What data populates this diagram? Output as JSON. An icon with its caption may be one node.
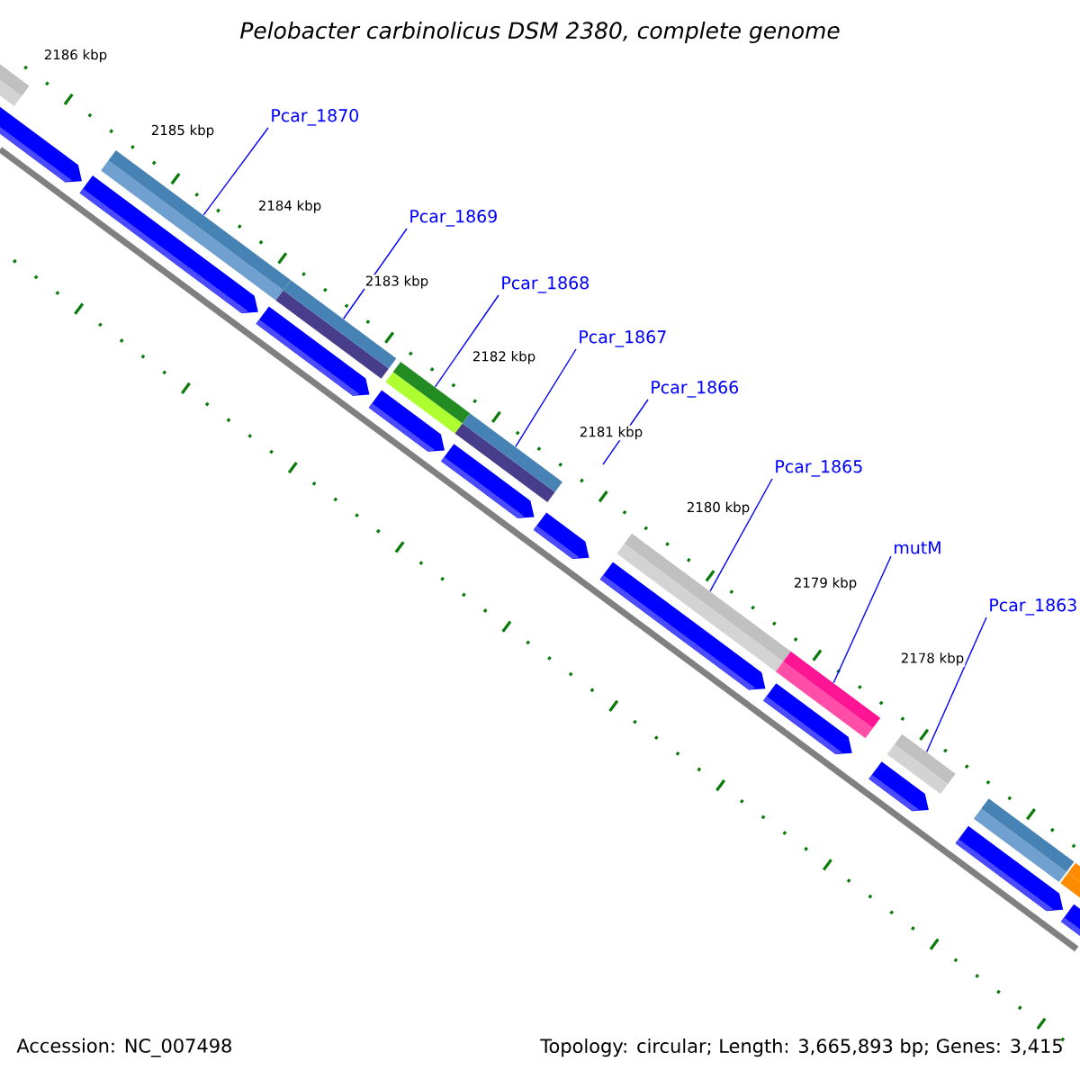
{
  "diagram": {
    "title": "*Pelobacter carbinolicus DSM 2380, complete genome*",
    "nodes": [
      {
        "text": [
          "Pcar_1870"
        ]
      },
      {
        "text": [
          "Pcar_1869"
        ]
      },
      {
        "text": [
          "Pcar_1868"
        ]
      },
      {
        "text": [
          "Pcar_1867"
        ]
      },
      {
        "text": [
          "Pcar_1866"
        ]
      },
      {
        "text": [
          "Pcar_1865"
        ]
      },
      {
        "text": [
          "mutM"
        ]
      },
      {
        "text": [
          "Pcar_1863"
        ]
      },
      {
        "text": [],
        "shape": "bar"
      },
      {
        "text": [],
        "shape": "bar"
      },
      {
        "text": [],
        "shape": "bar"
      },
      {
        "text": [],
        "shape": "bar"
      },
      {
        "text": [],
        "shape": "bar"
      },
      {
        "text": [],
        "shape": "bar"
      },
      {
        "text": [],
        "shape": "bar"
      }
    ],
    "edges": [
      {
        "from": 0,
        "to": 8,
        "arrow": "none"
      },
      {
        "from": 1,
        "to": 9,
        "arrow": "none"
      },
      {
        "from": 2,
        "to": 10,
        "arrow": "none"
      },
      {
        "from": 3,
        "to": 11,
        "arrow": "none"
      },
      {
        "from": 4,
        "to": null,
        "arrow": "none"
      },
      {
        "from": 5,
        "to": 12,
        "arrow": "none"
      },
      {
        "from": 6,
        "to": 13,
        "arrow": "none"
      },
      {
        "from": 7,
        "to": 14,
        "arrow": "none"
      }
    ],
    "labels": [
      "2186 kbp",
      "2185 kbp",
      "2184 kbp",
      "2183 kbp",
      "2182 kbp",
      "2181 kbp",
      "2180 kbp",
      "2179 kbp",
      "2178 kbp",
      "Accession: NC_007498",
      "Topology: circular; Length: 3,665,893 bp; Genes: 3,415"
    ]
  }
}
